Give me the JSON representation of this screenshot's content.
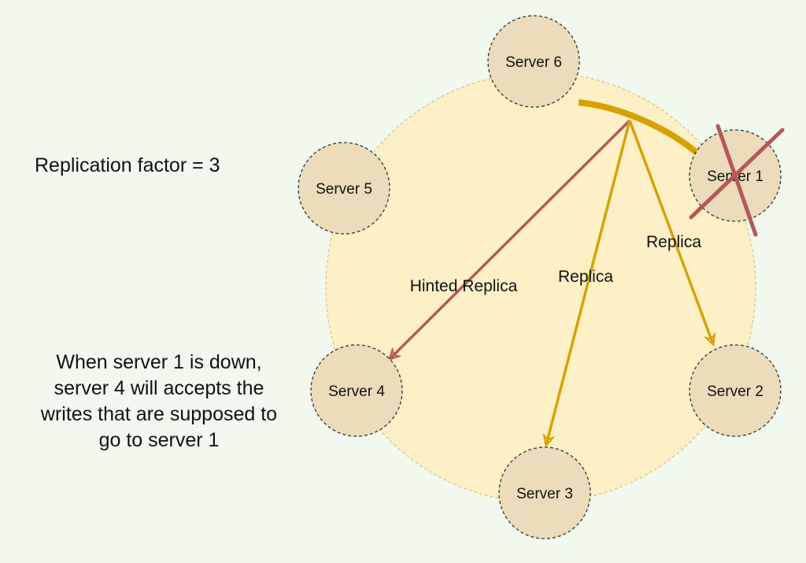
{
  "colors": {
    "background": "#f1f8ee",
    "ring_fill": "#fdf0c6",
    "node_fill": "#ecdcbb",
    "replica_arrow": "#d7a106",
    "hinted_arrow": "#b65858",
    "failure_cross": "#b65858"
  },
  "replication_factor_text": "Replication factor = 3",
  "note_lines": [
    "When server 1 is down,",
    "server 4 will accepts the",
    "writes that are supposed to",
    "go to server 1"
  ],
  "servers": {
    "s1": {
      "label": "Server 1",
      "status": "down"
    },
    "s2": {
      "label": "Server 2"
    },
    "s3": {
      "label": "Server 3"
    },
    "s4": {
      "label": "Server 4"
    },
    "s5": {
      "label": "Server 5"
    },
    "s6": {
      "label": "Server 6"
    }
  },
  "edges": {
    "to_s4": {
      "label": "Hinted Replica",
      "type": "hinted"
    },
    "to_s3": {
      "label": "Replica",
      "type": "replica"
    },
    "to_s2": {
      "label": "Replica",
      "type": "replica"
    }
  }
}
